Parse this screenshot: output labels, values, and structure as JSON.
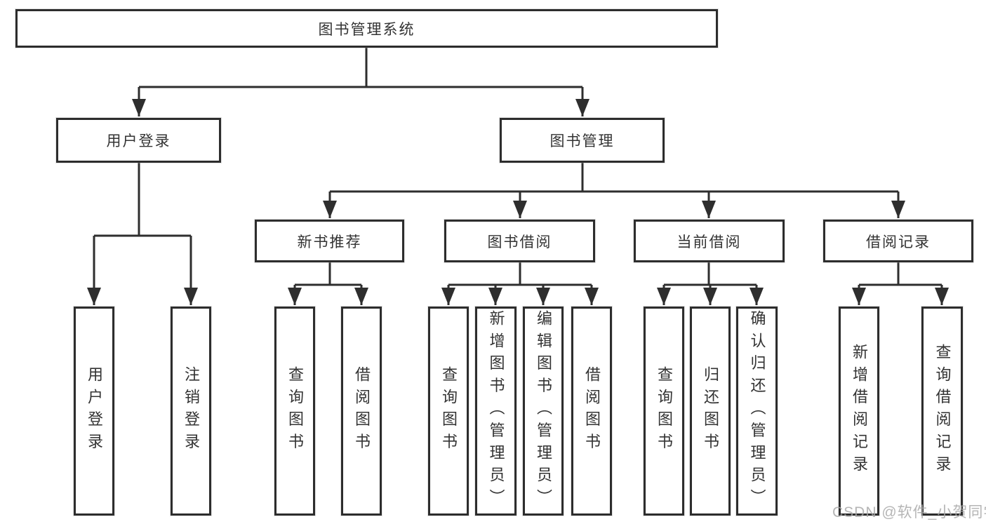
{
  "tree": {
    "root": {
      "label": "图书管理系统"
    },
    "branches": [
      {
        "label": "用户登录",
        "leaves": [
          {
            "label": "用户登录"
          },
          {
            "label": "注销登录"
          }
        ]
      },
      {
        "label": "图书管理",
        "children": [
          {
            "label": "新书推荐",
            "leaves": [
              {
                "label": "查询图书"
              },
              {
                "label": "借阅图书"
              }
            ]
          },
          {
            "label": "图书借阅",
            "leaves": [
              {
                "label": "查询图书"
              },
              {
                "label": "新增图书（管理员）"
              },
              {
                "label": "编辑图书（管理员）"
              },
              {
                "label": "借阅图书"
              }
            ]
          },
          {
            "label": "当前借阅",
            "leaves": [
              {
                "label": "查询图书"
              },
              {
                "label": "归还图书"
              },
              {
                "label": "确认归还（管理员）"
              }
            ]
          },
          {
            "label": "借阅记录",
            "leaves": [
              {
                "label": "新增借阅记录"
              },
              {
                "label": "查询借阅记录"
              }
            ]
          }
        ]
      }
    ]
  },
  "watermark": {
    "label": "CSDN @软件_小贺同学",
    "color": "#a8a8a8"
  },
  "colors": {
    "line": "#2e2e2e",
    "node_border": "#2d2d2d",
    "node_fill": "#ffffff",
    "text": "#333333",
    "background": "#ffffff"
  }
}
